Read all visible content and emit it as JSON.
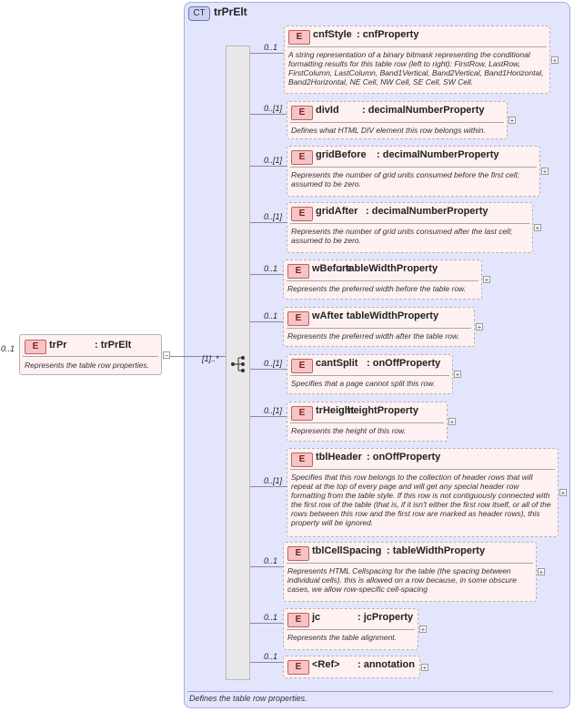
{
  "complex_type": {
    "badge": "CT",
    "name": "trPrElt",
    "documentation": "Defines the table row properties."
  },
  "root": {
    "badge": "E",
    "name": "trPr",
    "type": ": trPrElt",
    "occurrence": "0..1",
    "description": "Represents the table row properties.",
    "collapse": "−"
  },
  "sequence": {
    "occurrence": "[1]..*"
  },
  "elements": [
    {
      "badge": "E",
      "name": "cnfStyle",
      "type": ": cnfProperty",
      "occurrence": "0..1",
      "description": "A string representation of a binary bitmask representing the conditional formatting results for this table row (left to right): FirstRow, LastRow, FirstColumn, LastColumn, Band1Vertical, Band2Vertical, Band1Horizontal, Band2Horizontal, NE Cell, NW Cell, SE Cell, SW Cell.",
      "expand": "+"
    },
    {
      "badge": "E",
      "name": "divId",
      "type": ": decimalNumberProperty",
      "occurrence": "0..[1]",
      "description": "Defines what HTML DIV element this row belongs within.",
      "expand": "+"
    },
    {
      "badge": "E",
      "name": "gridBefore",
      "type": ": decimalNumberProperty",
      "occurrence": "0..[1]",
      "description": "Represents the number of grid units consumed before the first cell; assumed to be zero.",
      "expand": "+"
    },
    {
      "badge": "E",
      "name": "gridAfter",
      "type": ": decimalNumberProperty",
      "occurrence": "0..[1]",
      "description": "Represents the number of grid units consumed after the last cell; assumed to be zero.",
      "expand": "+"
    },
    {
      "badge": "E",
      "name": "wBefore",
      "type": ": tableWidthProperty",
      "occurrence": "0..1",
      "description": "Represents the preferred width before the table row.",
      "expand": "+"
    },
    {
      "badge": "E",
      "name": "wAfter",
      "type": ": tableWidthProperty",
      "occurrence": "0..1",
      "description": "Represents the preferred width after the table row.",
      "expand": "+"
    },
    {
      "badge": "E",
      "name": "cantSplit",
      "type": ": onOffProperty",
      "occurrence": "0..[1]",
      "description": "Specifies that a page cannot split this row.",
      "expand": "+"
    },
    {
      "badge": "E",
      "name": "trHeight",
      "type": ": heightProperty",
      "occurrence": "0..[1]",
      "description": "Represents the height of this row.",
      "expand": "+"
    },
    {
      "badge": "E",
      "name": "tblHeader",
      "type": ": onOffProperty",
      "occurrence": "0..[1]",
      "description": "Specifies that this row belongs to the collection of header rows that will repeat at the top of every page and will get any special header row formatting from the table style. If this row is not contiguously connected with the first row of the table (that is, if it isn't either the first row itself, or all of the rows between this row and the first row are marked as header rows), this property will be ignored.",
      "expand": "+"
    },
    {
      "badge": "E",
      "name": "tblCellSpacing",
      "type": ": tableWidthProperty",
      "occurrence": "0..1",
      "description": "Represents HTML Cellspacing for the table (the spacing between individual cells).  this is allowed on a row because, in some obscure cases, we allow row-specific cell-spacing",
      "expand": "+"
    },
    {
      "badge": "E",
      "name": "jc",
      "type": ": jcProperty",
      "occurrence": "0..1",
      "description": "Represents the table alignment.",
      "expand": "+"
    },
    {
      "badge": "E",
      "name": "<Ref>",
      "type": ": annotation",
      "occurrence": "0..1",
      "description": "",
      "expand": "+"
    }
  ]
}
